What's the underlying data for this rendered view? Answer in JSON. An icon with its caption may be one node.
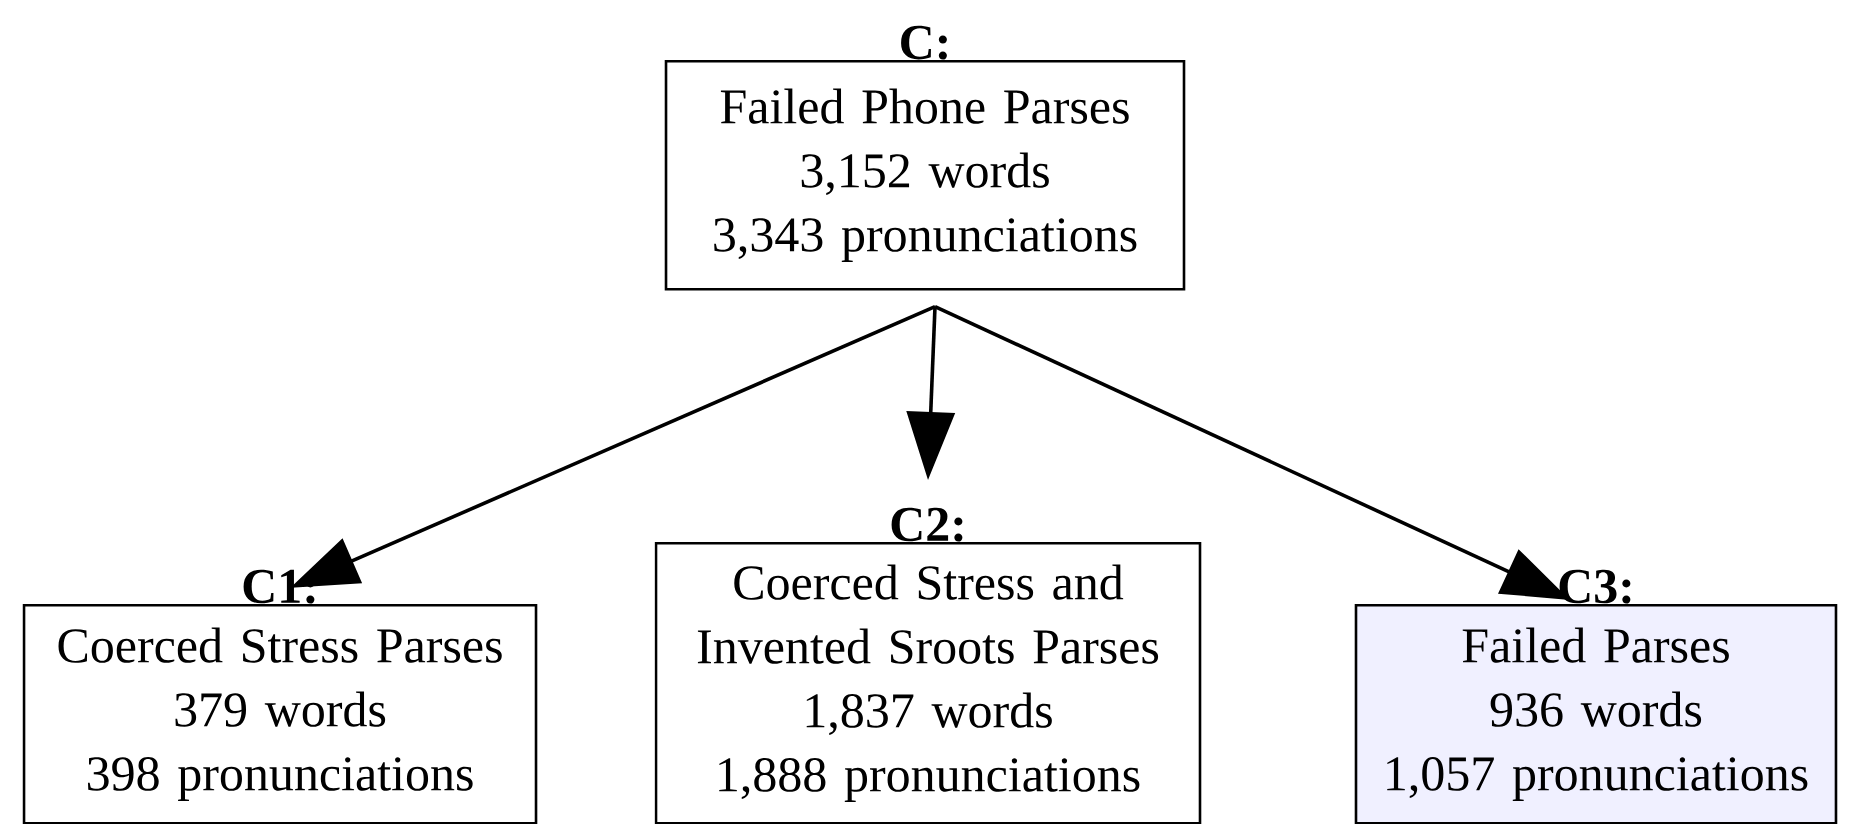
{
  "diagram": {
    "nodes": [
      {
        "text": [
          "C:",
          "Failed Phone Parses",
          "3,152 words",
          "3,343 pronunciations"
        ]
      },
      {
        "text": [
          "C1:",
          "Coerced Stress Parses",
          "379 words",
          "398 pronunciations"
        ]
      },
      {
        "text": [
          "C2:",
          "Coerced Stress and Invented Sroots Parses",
          "1,837 words",
          "1,888 pronunciations"
        ]
      },
      {
        "text": [
          "C3:",
          "Failed Parses",
          "936 words",
          "1,057 pronunciations"
        ]
      }
    ],
    "edges": [
      {
        "from": 0,
        "to": 1,
        "arrow": "to"
      },
      {
        "from": 0,
        "to": 2,
        "arrow": "to"
      },
      {
        "from": 0,
        "to": 3,
        "arrow": "to"
      }
    ]
  }
}
